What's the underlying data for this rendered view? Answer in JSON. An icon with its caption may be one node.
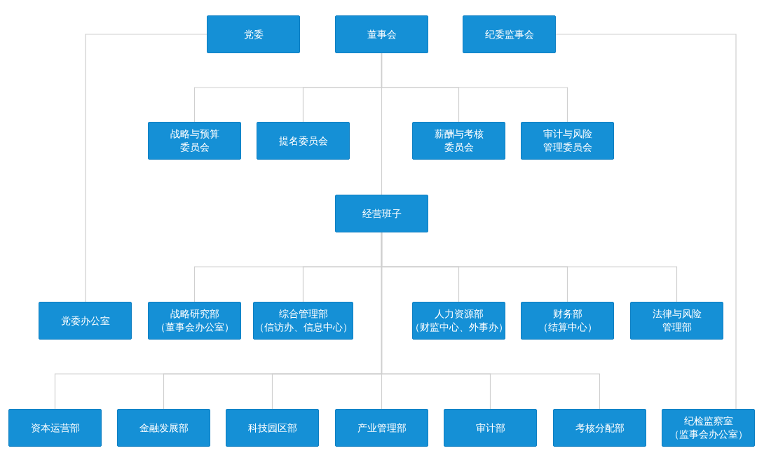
{
  "diagram": {
    "nodes": [
      {
        "text": [
          "党委"
        ]
      },
      {
        "text": [
          "董事会"
        ]
      },
      {
        "text": [
          "纪委监事会"
        ]
      },
      {
        "text": [
          "战略与预算委员会"
        ]
      },
      {
        "text": [
          "提名委员会"
        ]
      },
      {
        "text": [
          "薪酬与考核委员会"
        ]
      },
      {
        "text": [
          "审计与风险管理委员会"
        ]
      },
      {
        "text": [
          "经营班子"
        ]
      },
      {
        "text": [
          "党委办公室"
        ]
      },
      {
        "text": [
          "战略研究部",
          "（董事会办公室）"
        ]
      },
      {
        "text": [
          "综合管理部",
          "（信访办、信息中心）"
        ]
      },
      {
        "text": [
          "人力资源部",
          "（财监中心、外事办）"
        ]
      },
      {
        "text": [
          "财务部",
          "（结算中心）"
        ]
      },
      {
        "text": [
          "法律与风险管理部"
        ]
      },
      {
        "text": [
          "资本运营部"
        ]
      },
      {
        "text": [
          "金融发展部"
        ]
      },
      {
        "text": [
          "科技园区部"
        ]
      },
      {
        "text": [
          "产业管理部"
        ]
      },
      {
        "text": [
          "审计部"
        ]
      },
      {
        "text": [
          "考核分配部"
        ]
      },
      {
        "text": [
          "纪检监察室",
          "（监事会办公室）"
        ]
      }
    ],
    "edges": [
      {
        "from": 0,
        "to": 8,
        "arrow": "none"
      },
      {
        "from": 2,
        "to": 20,
        "arrow": "none"
      },
      {
        "from": 1,
        "to": 3,
        "arrow": "none"
      },
      {
        "from": 1,
        "to": 4,
        "arrow": "none"
      },
      {
        "from": 1,
        "to": 5,
        "arrow": "none"
      },
      {
        "from": 1,
        "to": 6,
        "arrow": "none"
      },
      {
        "from": 1,
        "to": 7,
        "arrow": "none"
      },
      {
        "from": 7,
        "to": 9,
        "arrow": "none"
      },
      {
        "from": 7,
        "to": 10,
        "arrow": "none"
      },
      {
        "from": 7,
        "to": 11,
        "arrow": "none"
      },
      {
        "from": 7,
        "to": 12,
        "arrow": "none"
      },
      {
        "from": 7,
        "to": 13,
        "arrow": "none"
      },
      {
        "from": 7,
        "to": 14,
        "arrow": "none"
      },
      {
        "from": 7,
        "to": 15,
        "arrow": "none"
      },
      {
        "from": 7,
        "to": 16,
        "arrow": "none"
      },
      {
        "from": 7,
        "to": 17,
        "arrow": "none"
      },
      {
        "from": 7,
        "to": 18,
        "arrow": "none"
      },
      {
        "from": 7,
        "to": 19,
        "arrow": "none"
      }
    ]
  }
}
